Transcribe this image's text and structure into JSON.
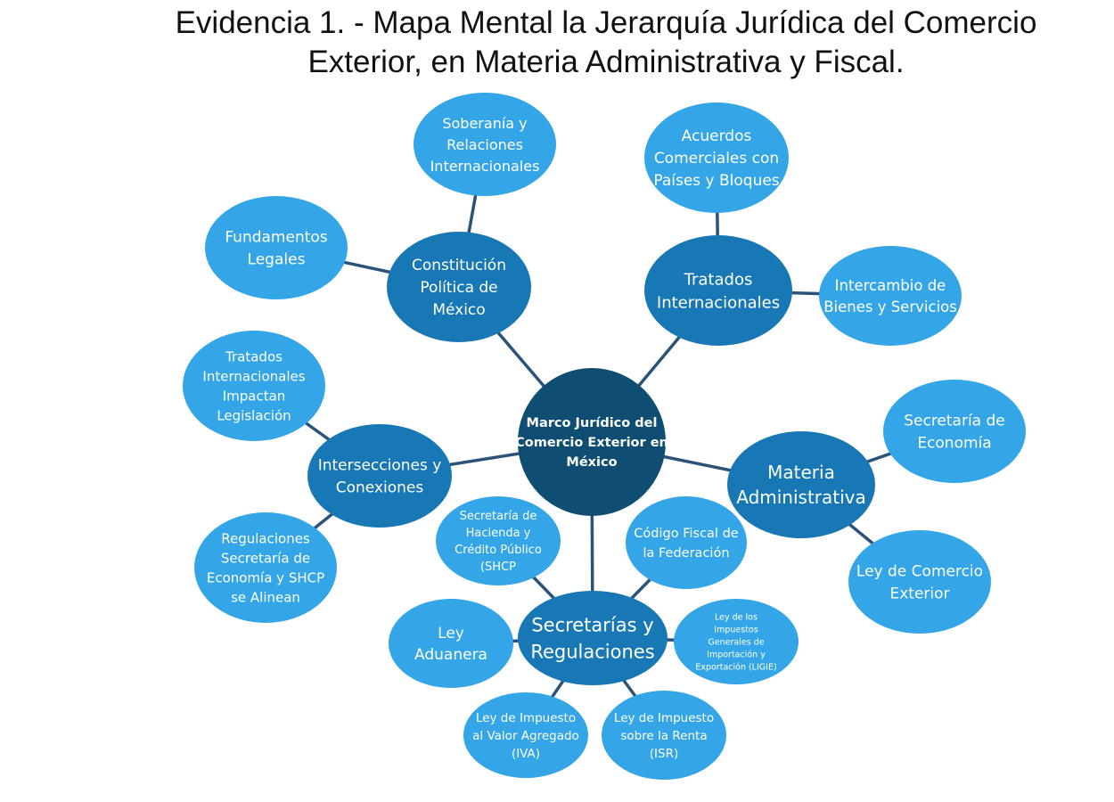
{
  "title": "Evidencia 1. - Mapa Mental la Jerarquía Jurídica del Comercio Exterior, en Materia Administrativa y Fiscal.",
  "colors": {
    "center": "#0f4d72",
    "branch": "#1878b5",
    "leaf": "#34a5e6",
    "line": "#2b5379"
  },
  "center": {
    "id": "center",
    "lines": [
      "Marco Jurídico del",
      "Comercio Exterior en",
      "México"
    ]
  },
  "branches": [
    {
      "id": "constitucion",
      "lines": [
        "Constitución",
        "Política de",
        "México"
      ],
      "children": [
        {
          "id": "soberania",
          "lines": [
            "Soberanía y",
            "Relaciones",
            "Internacionales"
          ]
        },
        {
          "id": "fundamentos",
          "lines": [
            "Fundamentos",
            "Legales"
          ]
        }
      ]
    },
    {
      "id": "tratados",
      "lines": [
        "Tratados",
        "Internacionales"
      ],
      "children": [
        {
          "id": "acuerdos",
          "lines": [
            "Acuerdos",
            "Comerciales con",
            "Países y Bloques"
          ]
        },
        {
          "id": "intercambio",
          "lines": [
            "Intercambio de",
            "Bienes y Servicios"
          ]
        }
      ]
    },
    {
      "id": "intersecciones",
      "lines": [
        "Intersecciones y",
        "Conexiones"
      ],
      "children": [
        {
          "id": "impactan",
          "lines": [
            "Tratados",
            "Internacionales",
            "Impactan",
            "Legislación"
          ]
        },
        {
          "id": "alinean",
          "lines": [
            "Regulaciones",
            "Secretaría de",
            "Economía y SHCP",
            "se Alinean"
          ]
        }
      ]
    },
    {
      "id": "administrativa",
      "lines": [
        "Materia",
        "Administrativa"
      ],
      "children": [
        {
          "id": "economia",
          "lines": [
            "Secretaría de",
            "Economía"
          ]
        },
        {
          "id": "lce",
          "lines": [
            "Ley de Comercio",
            "Exterior"
          ]
        }
      ]
    },
    {
      "id": "secretarias",
      "lines": [
        "Secretarías y",
        "Regulaciones"
      ],
      "children": [
        {
          "id": "shcp",
          "lines": [
            "Secretaría de",
            "Hacienda y",
            "Crédito Público",
            "(SHCP"
          ]
        },
        {
          "id": "cff",
          "lines": [
            "Código Fiscal de",
            "la Federación"
          ]
        },
        {
          "id": "aduanera",
          "lines": [
            "Ley",
            "Aduanera"
          ]
        },
        {
          "id": "ligie",
          "lines": [
            "Ley de los",
            "Impuestos",
            "Generales de",
            "Importación y",
            "Exportación (LIGIE)"
          ]
        },
        {
          "id": "iva",
          "lines": [
            "Ley de Impuesto",
            "al Valor Agregado",
            "(IVA)"
          ]
        },
        {
          "id": "isr",
          "lines": [
            "Ley de Impuesto",
            "sobre la Renta",
            "(ISR)"
          ]
        }
      ]
    }
  ]
}
